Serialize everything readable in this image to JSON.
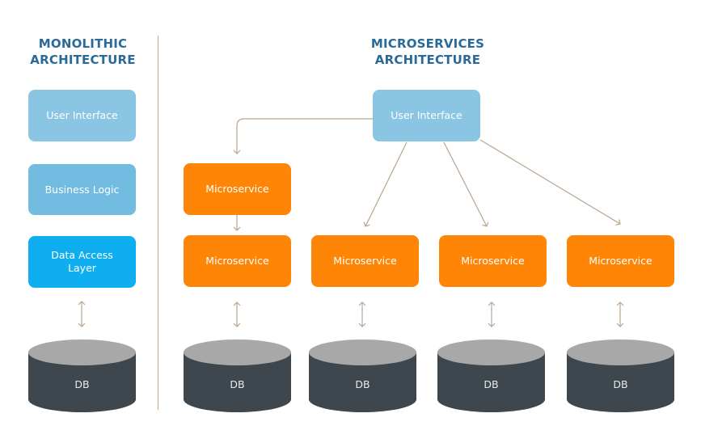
{
  "monolithic": {
    "title_line1": "MONOLITHIC",
    "title_line2": "ARCHITECTURE",
    "layers": [
      {
        "label": "User Interface"
      },
      {
        "label": "Business Logic"
      },
      {
        "label": "Data Access Layer"
      }
    ],
    "database": {
      "label": "DB"
    }
  },
  "microservices": {
    "title_line1": "MICROSERVICES",
    "title_line2": "ARCHITECTURE",
    "user_interface": {
      "label": "User Interface"
    },
    "services": [
      {
        "label": "Microservice"
      },
      {
        "label": "Microservice"
      },
      {
        "label": "Microservice"
      },
      {
        "label": "Microservice"
      },
      {
        "label": "Microservice"
      }
    ],
    "databases": [
      {
        "label": "DB"
      },
      {
        "label": "DB"
      },
      {
        "label": "DB"
      },
      {
        "label": "DB"
      }
    ]
  },
  "colors": {
    "title": "#2a6a99",
    "ui_box": "#8ac6e4",
    "business_logic_box": "#71bce0",
    "data_access_box": "#0eaef0",
    "microservice_box": "#ff8507",
    "db_body": "#3d474d",
    "db_top": "#a8a8a8",
    "connector": "#b8a58f"
  }
}
